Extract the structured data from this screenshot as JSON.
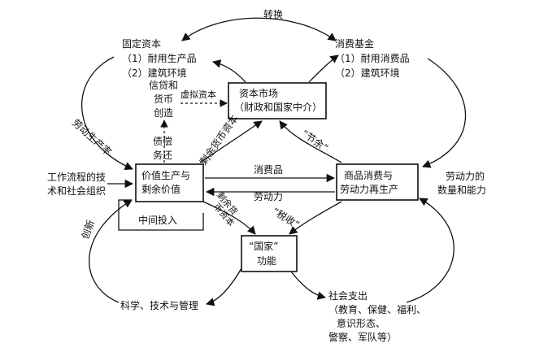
{
  "boxes": {
    "capital_market": [
      "资本市场",
      "（财政和国家中介）"
    ],
    "value_production": [
      "价值生产与",
      "剩余价值"
    ],
    "intermediate_input": "中间投入",
    "commodity_consumption": [
      "商品消费与",
      "劳动力再生产"
    ],
    "state_function": [
      "“国家”",
      "功能"
    ]
  },
  "labels": {
    "fixed_capital": [
      "固定资本",
      "（1）耐用生产品",
      "（2）建筑环境"
    ],
    "consumption_fund": [
      "消费基金",
      "（1）耐用消费品",
      "（2）建筑环境"
    ],
    "conversion": "转换",
    "credit_money": [
      "信贷和",
      "货币",
      "创造"
    ],
    "fictitious_capital": "虚拟资本",
    "debt_repayment": [
      "债偿",
      "务还"
    ],
    "labor_production": "劳动生产率",
    "surplus_money_capital": "剩余货币资本",
    "savings": "“节余”",
    "consumer_goods": "消费品",
    "labor_force": "劳动力",
    "tax": "“税收”",
    "surplus_money_capital_2": [
      "剩余货",
      "币资本"
    ],
    "workflow_tech": [
      "工作流程的技",
      "术和社会组织"
    ],
    "labor_capacity": [
      "劳动力的",
      "数量和能力"
    ],
    "innovation": "创新",
    "science_tech": "科学、技术与管理",
    "social_expenditure": [
      "社会支出",
      "（教育、保健、福利、",
      "意识形态、",
      "警察、军队等）"
    ]
  }
}
